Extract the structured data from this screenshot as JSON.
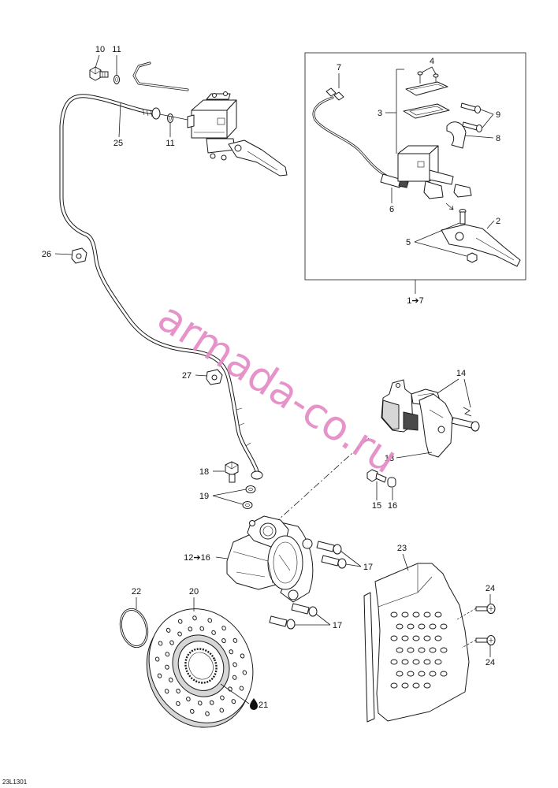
{
  "figure": {
    "code": "23L1301",
    "watermark": "armada-co.ru"
  },
  "callouts": {
    "part10": "10",
    "part11_upper": "11",
    "part11_lower": "11",
    "part25": "25",
    "part26": "26",
    "part27": "27",
    "part7": "7",
    "part4": "4",
    "part3": "3",
    "part9": "9",
    "part8": "8",
    "part6": "6",
    "part2": "2",
    "part5": "5",
    "assembly_1_to_7": "1➔7",
    "part14": "14",
    "part13": "13",
    "part15": "15",
    "part16": "16",
    "part18": "18",
    "part19": "19",
    "assembly_12_to_16": "12➔16",
    "part17_upper": "17",
    "part17_lower": "17",
    "part23": "23",
    "part24_upper": "24",
    "part24_lower": "24",
    "part22": "22",
    "part20": "20",
    "part21": "21"
  },
  "icons": {
    "part21_marker": "drop-icon"
  },
  "colors": {
    "line": "#1a1a1a",
    "watermark": "#e48ac6",
    "background": "#ffffff"
  }
}
